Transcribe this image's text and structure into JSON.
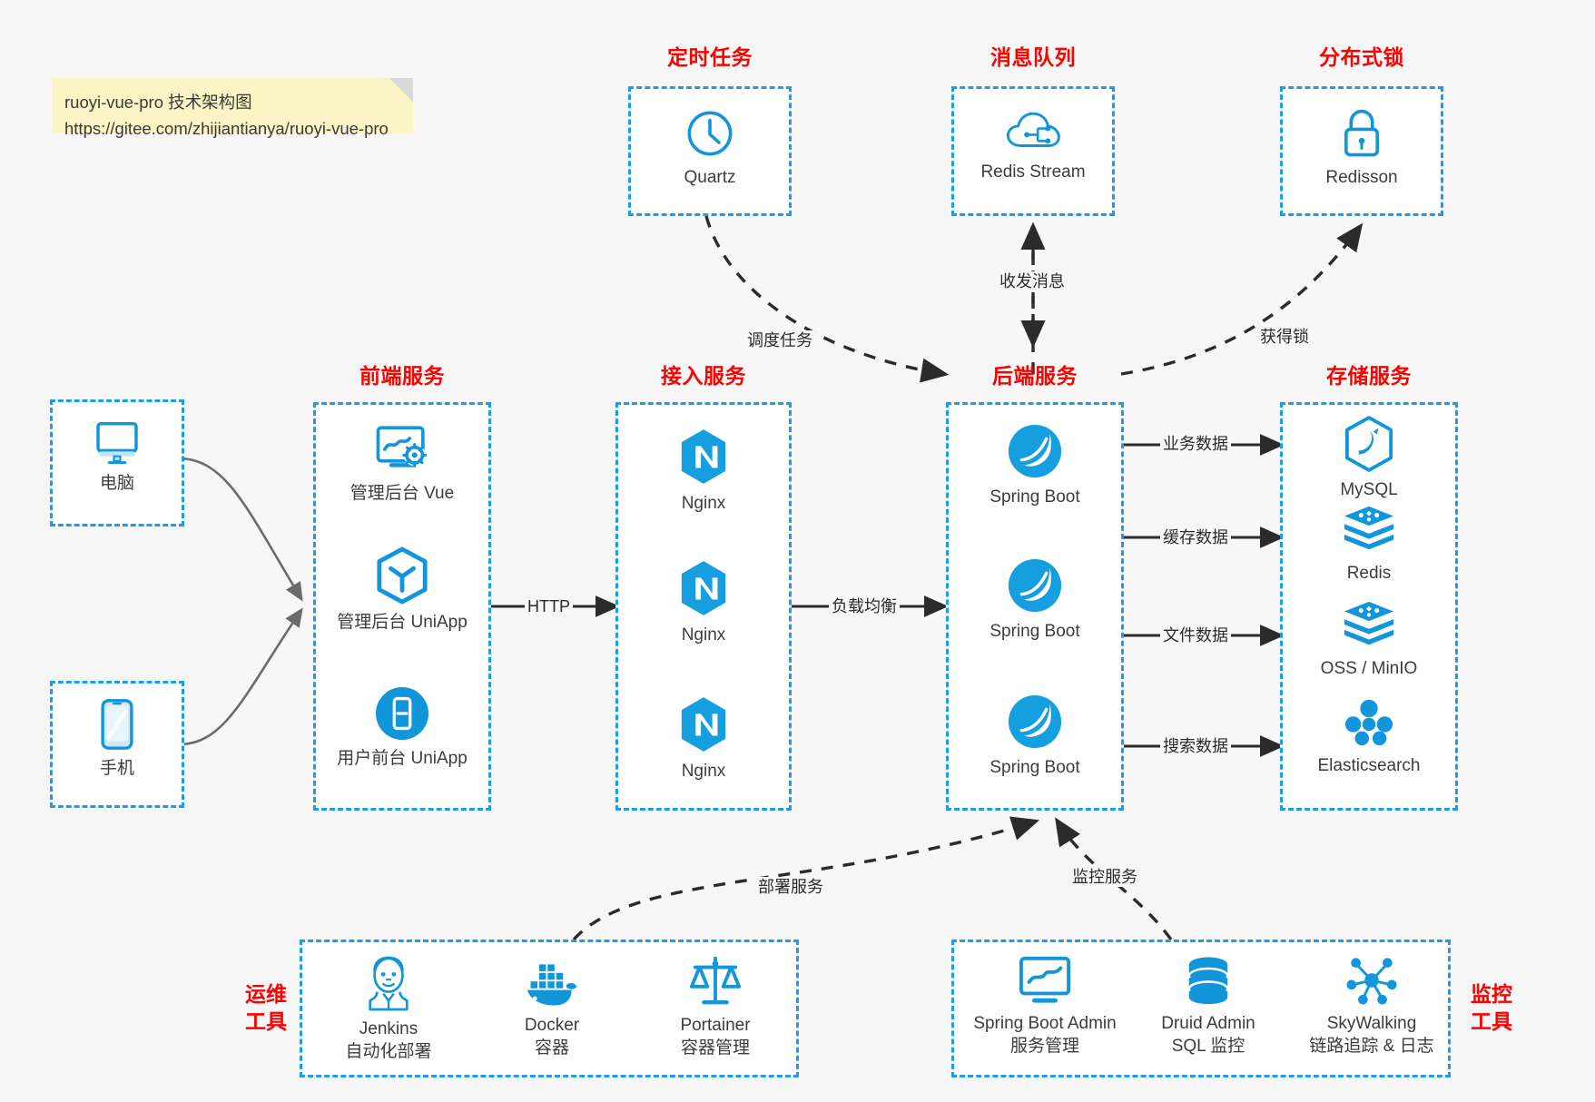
{
  "note": {
    "line1": "ruoyi-vue-pro 技术架构图",
    "line2": "https://gitee.com/zhijiantianya/ruoyi-vue-pro"
  },
  "groups": {
    "scheduler": {
      "title": "定时任务",
      "items": [
        {
          "label": "Quartz",
          "icon": "clock-icon"
        }
      ]
    },
    "mq": {
      "title": "消息队列",
      "items": [
        {
          "label": "Redis Stream",
          "icon": "cloud-network-icon"
        }
      ]
    },
    "lock": {
      "title": "分布式锁",
      "items": [
        {
          "label": "Redisson",
          "icon": "lock-icon"
        }
      ]
    },
    "frontend": {
      "title": "前端服务",
      "items": [
        {
          "label": "管理后台 Vue",
          "icon": "monitor-gear-icon"
        },
        {
          "label": "管理后台 UniApp",
          "icon": "hexagon-cube-icon"
        },
        {
          "label": "用户前台 UniApp",
          "icon": "mobile-icon"
        }
      ]
    },
    "gateway": {
      "title": "接入服务",
      "items": [
        {
          "label": "Nginx",
          "icon": "nginx-icon"
        },
        {
          "label": "Nginx",
          "icon": "nginx-icon"
        },
        {
          "label": "Nginx",
          "icon": "nginx-icon"
        }
      ]
    },
    "backend": {
      "title": "后端服务",
      "items": [
        {
          "label": "Spring Boot",
          "icon": "spring-leaf-icon"
        },
        {
          "label": "Spring Boot",
          "icon": "spring-leaf-icon"
        },
        {
          "label": "Spring Boot",
          "icon": "spring-leaf-icon"
        }
      ]
    },
    "storage": {
      "title": "存储服务",
      "items": [
        {
          "label": "MySQL",
          "icon": "mysql-dolphin-icon"
        },
        {
          "label": "Redis",
          "icon": "redis-stack-icon"
        },
        {
          "label": "OSS / MinIO",
          "icon": "oss-stack-icon"
        },
        {
          "label": "Elasticsearch",
          "icon": "elasticsearch-icon"
        }
      ]
    },
    "devops": {
      "title": "运维\n工具",
      "title_l1": "运维",
      "title_l2": "工具",
      "items": [
        {
          "label": "Jenkins",
          "sub": "自动化部署",
          "icon": "jenkins-icon"
        },
        {
          "label": "Docker",
          "sub": "容器",
          "icon": "docker-whale-icon"
        },
        {
          "label": "Portainer",
          "sub": "容器管理",
          "icon": "scales-icon"
        }
      ]
    },
    "monitor": {
      "title_l1": "监控",
      "title_l2": "工具",
      "items": [
        {
          "label": "Spring Boot Admin",
          "sub": "服务管理",
          "icon": "monitor-chart-icon"
        },
        {
          "label": "Druid Admin",
          "sub": "SQL 监控",
          "icon": "database-icon"
        },
        {
          "label": "SkyWalking",
          "sub": "链路追踪 & 日志",
          "icon": "skywalking-icon"
        }
      ]
    }
  },
  "clients": [
    {
      "label": "电脑",
      "icon": "desktop-icon"
    },
    {
      "label": "手机",
      "icon": "phone-icon"
    }
  ],
  "edges": [
    {
      "label": "调度任务"
    },
    {
      "label": "收发消息"
    },
    {
      "label": "获得锁"
    },
    {
      "label": "HTTP"
    },
    {
      "label": "负载均衡"
    },
    {
      "label": "业务数据"
    },
    {
      "label": "缓存数据"
    },
    {
      "label": "文件数据"
    },
    {
      "label": "搜索数据"
    },
    {
      "label": "部署服务"
    },
    {
      "label": "监控服务"
    }
  ],
  "colors": {
    "accent_blue": "#1b9dee",
    "icon_blue": "#1296db",
    "title_red": "#ff0000",
    "bg": "#f7f7f7",
    "note_bg": "#fbf4c4",
    "arrow": "#2b2b2b",
    "client_arrow": "#6b6b6b"
  }
}
